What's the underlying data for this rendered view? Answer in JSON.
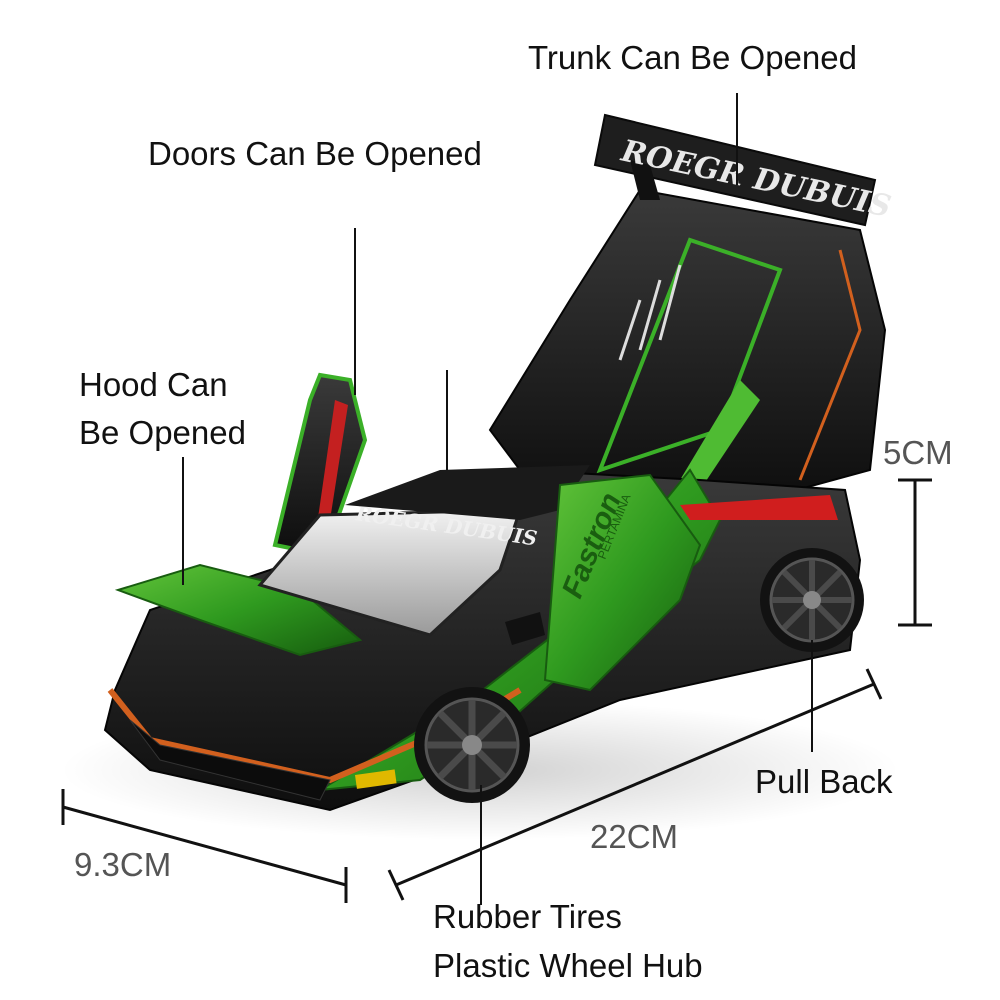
{
  "callouts": {
    "trunk": "Trunk Can Be Opened",
    "doors": "Doors Can Be Opened",
    "hood_line1": "Hood Can",
    "hood_line2": "Be Opened",
    "pull_back": "Pull Back",
    "tires_line1": "Rubber Tires",
    "tires_line2": "Plastic Wheel Hub"
  },
  "dimensions": {
    "height": "5CM",
    "length": "22CM",
    "width": "9.3CM"
  },
  "car_graphics": {
    "wing_text": "ROEGR DUBUIS",
    "windshield_text": "ROEGR DUBUIS",
    "door_text": "Fastron",
    "door_small_text": "PERTAMINA"
  },
  "colors": {
    "body_green": "#2f9a1f",
    "body_black": "#141414",
    "accent_orange": "#d2601e",
    "brake_red": "#d01e1e"
  }
}
